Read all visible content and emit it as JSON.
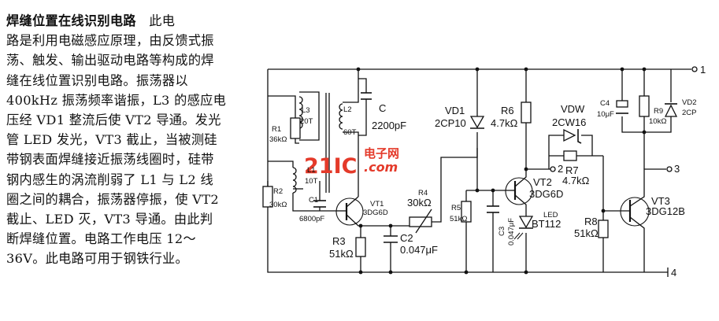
{
  "article": {
    "title": "焊缝位置在线识别电路",
    "lines": [
      "此电",
      "路是利用电磁感应原理，由反馈式振",
      "荡、触发、输出驱动电路等构成的焊",
      "缝在线位置识别电路。振荡器以",
      "400kHz 振荡频率谐振，L3 的感应电",
      "压经 VD1 整流后使 VT2 导通。发光",
      "管 LED 发光，VT3 截止，当被测硅",
      "带钢表面焊缝接近振荡线圈时，硅带",
      "钢内感生的涡流削弱了 L1 与 L2 线",
      "圈之间的耦合，振荡器停振，使 VT2",
      "截止、LED 灭，VT3 导通。由此判",
      "断焊缝位置。电路工作电压 12～",
      "36V。此电路可用于钢铁行业。"
    ]
  },
  "schematic": {
    "components": {
      "L3": {
        "name": "L3",
        "value": "20T"
      },
      "L2": {
        "name": "L2",
        "value": "60T"
      },
      "L1": {
        "name": "L1",
        "value": "10T"
      },
      "C": {
        "name": "C",
        "value": "2200pF"
      },
      "R1": {
        "name": "R1",
        "value": "36kΩ"
      },
      "R2": {
        "name": "R2",
        "value": "30kΩ"
      },
      "C1": {
        "name": "C1",
        "value": "6800pF"
      },
      "VT1": {
        "name": "VT1",
        "value": "3DG6D"
      },
      "R3": {
        "name": "R3",
        "value": "51kΩ"
      },
      "C2": {
        "name": "C2",
        "value": "0.047μF"
      },
      "R4": {
        "name": "R4",
        "value": "30kΩ"
      },
      "VD1": {
        "name": "VD1",
        "value": "2CP10"
      },
      "R6": {
        "name": "R6",
        "value": "4.7kΩ"
      },
      "R5": {
        "name": "R5",
        "value": "51kΩ"
      },
      "C3": {
        "name": "C3",
        "value": "0.047μF"
      },
      "VT2": {
        "name": "VT2",
        "value": "3DG6D"
      },
      "LED": {
        "name": "LED",
        "value": "BT112"
      },
      "VDW": {
        "name": "VDW",
        "value": "2CW16"
      },
      "R7": {
        "name": "R7",
        "value": "4.7kΩ"
      },
      "R8": {
        "name": "R8",
        "value": "51kΩ"
      },
      "C4": {
        "name": "C4",
        "value": "10μF"
      },
      "R9": {
        "name": "R9",
        "value": "10kΩ"
      },
      "VD2": {
        "name": "VD2",
        "value": "2CP"
      },
      "VT3": {
        "name": "VT3",
        "value": "3DG12B"
      }
    },
    "terminals": {
      "t1": "1",
      "t2": "2",
      "t3": "3",
      "t4": "4"
    },
    "watermark": {
      "brand": "21IC",
      "cn": "电子网",
      "domain": ".com"
    }
  }
}
